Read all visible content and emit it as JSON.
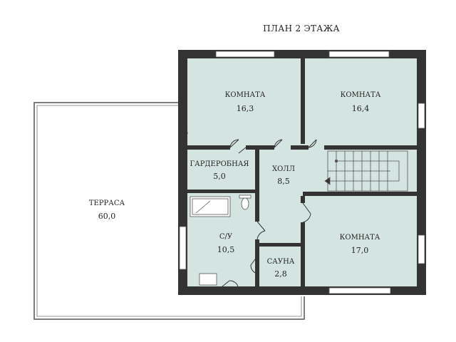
{
  "title": "ПЛАН 2 ЭТАЖА",
  "colors": {
    "wall": "#333333",
    "room_fill": "#d4e4e1",
    "terrace_line": "#555555",
    "window": "#ffffff"
  },
  "rooms": {
    "room1": {
      "name": "КОМНАТА",
      "area": "16,3"
    },
    "room2": {
      "name": "КОМНАТА",
      "area": "16,4"
    },
    "wardrobe": {
      "name": "ГАРДЕРОБНАЯ",
      "area": "5,0"
    },
    "hall": {
      "name": "ХОЛЛ",
      "area": "8,5"
    },
    "bathroom": {
      "name": "С/У",
      "area": "10,5"
    },
    "sauna": {
      "name": "САУНА",
      "area": "2,8"
    },
    "room3": {
      "name": "КОМНАТА",
      "area": "17,0"
    },
    "terrace": {
      "name": "ТЕРРАСА",
      "area": "60,0"
    }
  }
}
